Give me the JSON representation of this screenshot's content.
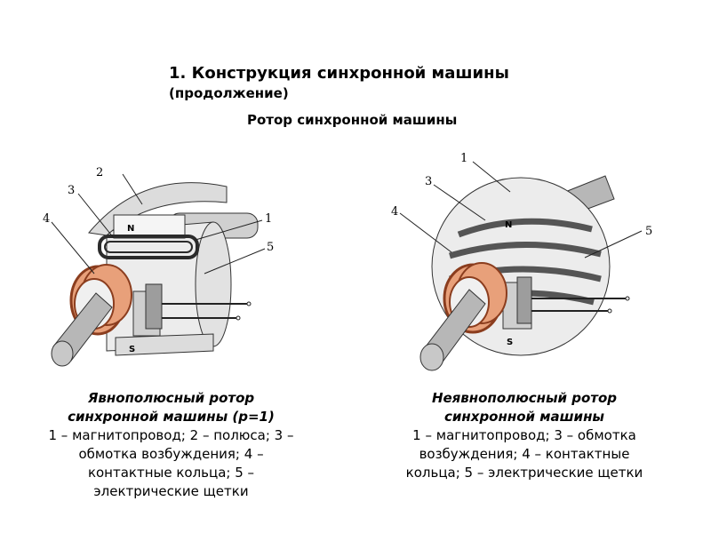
{
  "slide": {
    "title": "1. Конструкция синхронной машины",
    "subtitle": "(продолжение)",
    "section_title": "Ротор синхронной машины"
  },
  "left_figure": {
    "labels": {
      "n1": "1",
      "n2": "2",
      "n3": "3",
      "n4": "4",
      "n5": "5",
      "pole_n": "N",
      "pole_s": "S"
    },
    "caption_title_1": "Явнополюсный ротор",
    "caption_title_2": "синхронной машины (р=1)",
    "legend_1": "1 – магнитопровод; 2 – полюса; 3 –",
    "legend_2": "обмотка возбуждения; 4 –",
    "legend_3": "контактные кольца; 5 –",
    "legend_4": "электрические щетки"
  },
  "right_figure": {
    "labels": {
      "n1": "1",
      "n3": "3",
      "n4": "4",
      "n5": "5",
      "pole_n": "N",
      "pole_s": "S"
    },
    "caption_title_1": "Неявнополюсный ротор",
    "caption_title_2": "синхронной машины",
    "legend_1": "1 – магнитопровод; 3 – обмотка",
    "legend_2": "возбуждения; 4 – контактные",
    "legend_3": "кольца; 5 – электрические щетки"
  },
  "colors": {
    "copper_ring": "#e8a07a",
    "ring_dark": "#8b3d1e",
    "shaft": "#b7b7b7",
    "core": "#ececec",
    "winding": "#2b2b2b"
  }
}
